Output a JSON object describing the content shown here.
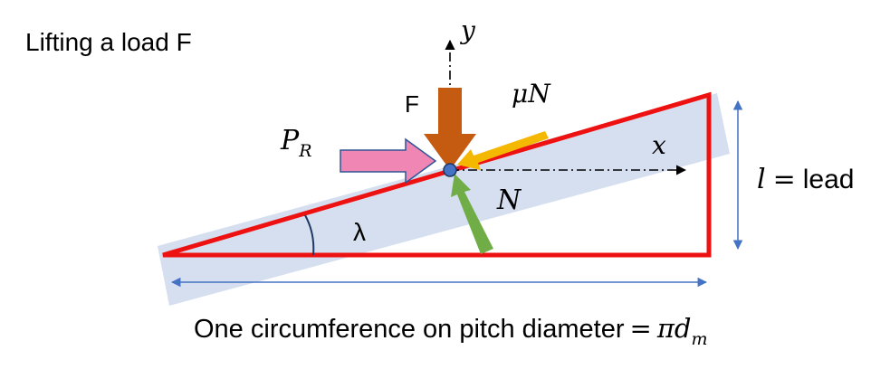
{
  "title": "Lifting a load F",
  "labels": {
    "force_f": "F",
    "friction": "μN",
    "normal": "N",
    "push_force": "P",
    "push_force_sub": "R",
    "x_axis": "x",
    "y_axis": "y",
    "lead_var": "l",
    "lead_eq": "=",
    "lead_word": "lead",
    "angle": "λ",
    "base_text": "One circumference on pitch diameter",
    "base_eq": "=",
    "base_pi": "π",
    "base_d": "d",
    "base_sub": "m"
  },
  "colors": {
    "triangle": "#ee1111",
    "band": "#d5dff0",
    "force_f": "#c55a11",
    "friction": "#f5b800",
    "push_force": "#ef86b4",
    "normal": "#70ad47",
    "dimension": "#4472c4",
    "point": "#4472c4"
  }
}
